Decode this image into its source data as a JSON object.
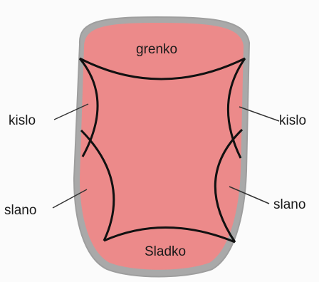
{
  "diagram": {
    "zones": {
      "top": "grenko",
      "bottom": "Sladko"
    },
    "callouts": {
      "left_upper": "kislo",
      "right_upper": "kislo",
      "left_lower": "slano",
      "right_lower": "slano"
    },
    "colors": {
      "tongue_fill": "#ec8a8a",
      "tongue_border": "#a9a9a9",
      "zone_lines": "#111111",
      "leader_lines": "#333333"
    }
  }
}
